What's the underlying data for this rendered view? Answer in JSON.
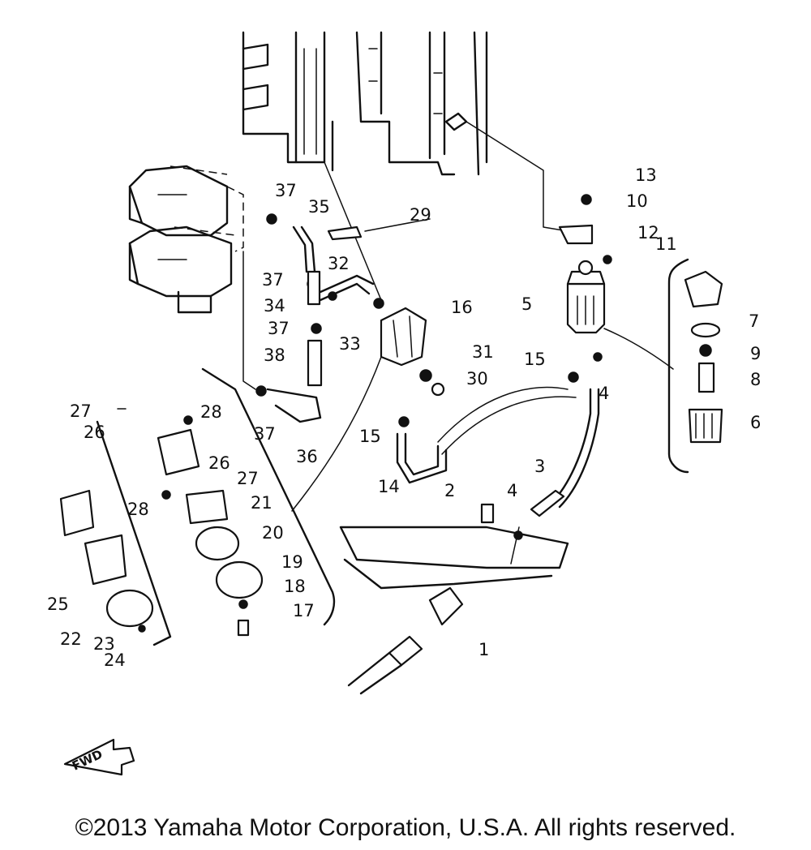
{
  "callouts": [
    "1",
    "2",
    "3",
    "4",
    "4",
    "5",
    "6",
    "7",
    "8",
    "9",
    "10",
    "11",
    "12",
    "13",
    "14",
    "15",
    "15",
    "16",
    "17",
    "18",
    "19",
    "20",
    "21",
    "22",
    "23",
    "24",
    "25",
    "26",
    "26",
    "27",
    "27",
    "28",
    "28",
    "29",
    "30",
    "31",
    "32",
    "33",
    "34",
    "35",
    "36",
    "37",
    "37",
    "37",
    "37",
    "38"
  ],
  "fwd_label": "FWD",
  "copyright": "©2013 Yamaha Motor Corporation, U.S.A. All rights reserved."
}
